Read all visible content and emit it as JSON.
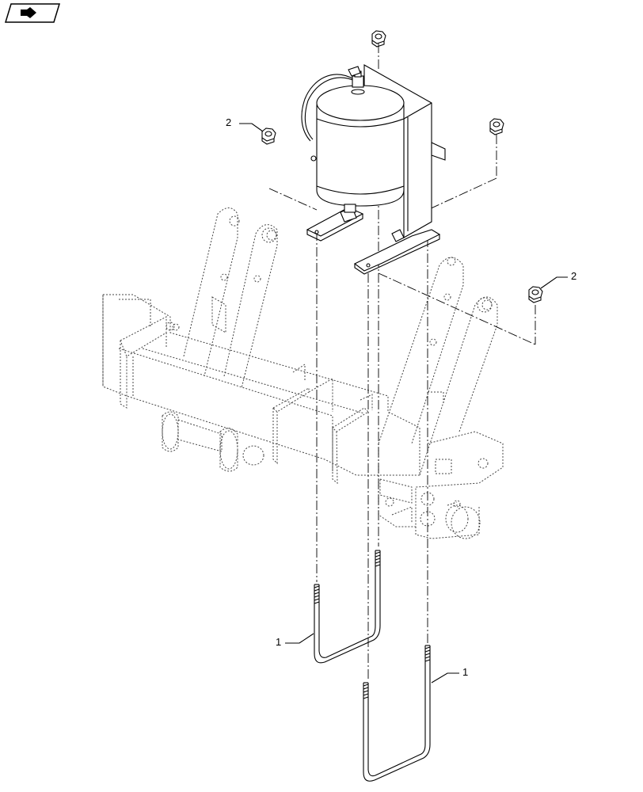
{
  "toolbar": {
    "nav_icon": "parallelogram-flag-icon"
  },
  "callouts": {
    "item_1": "1",
    "item_2": "2"
  },
  "parts": {
    "tank": "air-tank-icon",
    "bracket": "mounting-bracket",
    "nut": "hex-nut-icon",
    "u_bolt": "u-bolt",
    "frame": "phantom-frame"
  },
  "colors": {
    "line": "#000000",
    "phantom": "#555555",
    "background": "#ffffff"
  }
}
